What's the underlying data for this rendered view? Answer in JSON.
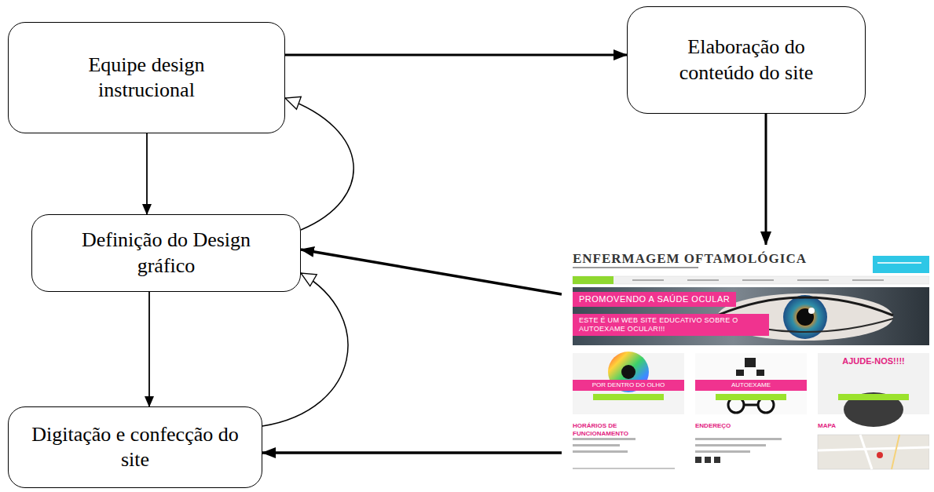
{
  "diagram": {
    "nodes": [
      {
        "text": [
          "Equipe design instrucional"
        ]
      },
      {
        "text": [
          "Elaboração do conteúdo do site"
        ]
      },
      {
        "text": [
          "Definição do Design gráfico"
        ]
      },
      {
        "text": [
          "ENFERMAGEM OFTAMOLÓGICA",
          "PROMOVENDO A SAÚDE OCULAR",
          "ESTE É UM WEB SITE EDUCATIVO SOBRE O AUTOEXAME OCULAR!!!",
          "POR DENTRO DO OLHO",
          "AUTOEXAME",
          "AJUDE-NOS!!!!",
          "HORÁRIOS DE FUNCIONAMENTO",
          "ENDEREÇO",
          "MAPA"
        ]
      },
      {
        "text": [
          "Digitação e confecção do site"
        ]
      }
    ],
    "edges": [
      {
        "from": 0,
        "to": 1,
        "arrow": "to"
      },
      {
        "from": 0,
        "to": 2,
        "arrow": "to"
      },
      {
        "from": 2,
        "to": 0,
        "arrow": "to"
      },
      {
        "from": 2,
        "to": 4,
        "arrow": "to"
      },
      {
        "from": 4,
        "to": 2,
        "arrow": "to"
      },
      {
        "from": 1,
        "to": 3,
        "arrow": "to"
      },
      {
        "from": 3,
        "to": 2,
        "arrow": "to"
      },
      {
        "from": 3,
        "to": 4,
        "arrow": "to"
      }
    ]
  }
}
